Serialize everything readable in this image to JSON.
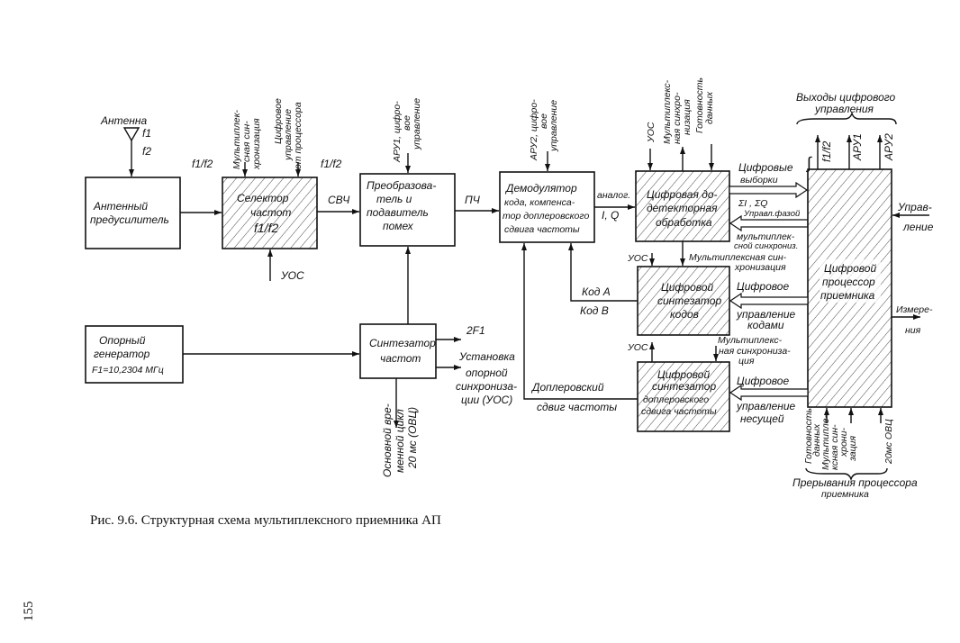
{
  "blocks": {
    "antenna_preamp": [
      "Антенный",
      "предусилитель"
    ],
    "selector": [
      "Селектор",
      "частот",
      "f1/f2"
    ],
    "converter": [
      "Преобразова-",
      "тель и",
      "подавитель",
      "помех"
    ],
    "demodulator": [
      "Демодулятор",
      "кода, компенса-",
      "тор доплеровского",
      "сдвига частоты"
    ],
    "predetection": [
      "Цифровая до-",
      "детекторная",
      "обработка"
    ],
    "code_synth": [
      "Цифровой",
      "синтезатор",
      "кодов"
    ],
    "doppler_synth": [
      "Цифровой",
      "синтезатор",
      "доплеровского",
      "сдвига частоты"
    ],
    "processor": [
      "Цифровой",
      "процессор",
      "приемника"
    ],
    "freq_synth": [
      "Синтезатор",
      "частот"
    ],
    "ref_osc": [
      "Опорный",
      "генератор",
      "F1=10,2304 МГц"
    ]
  },
  "labels": {
    "antenna": "Антенна",
    "f1": "f1",
    "f2": "f2",
    "f1f2_in": "f1/f2",
    "f1f2_out": "f1/f2",
    "sel_mux": [
      "Мультиплек-",
      "сная син-",
      "хронизация"
    ],
    "sel_ctrl": [
      "Цифровое",
      "управление",
      "от процессора"
    ],
    "uos_sel": "УОС",
    "svch": "СВЧ",
    "aru1": [
      "АРУ1, цифро-",
      "вое",
      "управление"
    ],
    "pch": "ПЧ",
    "aru2": [
      "АРУ2, цифро-",
      "вое",
      "управление"
    ],
    "analog": "аналог.",
    "iq": "I, Q",
    "pre_uos": "УОС",
    "pre_mux": [
      "Мультиплекс-",
      "ная синхро-",
      "низация"
    ],
    "pre_ready": [
      "Готовность",
      "данных"
    ],
    "digital_samples": [
      "Цифровые",
      "выборки"
    ],
    "sums": "ΣI , ΣQ",
    "phase_ctrl": "Управл.фазой",
    "mux_sync_back": [
      "мультиплек-",
      "сной синхрониз."
    ],
    "outputs_title": [
      "Выходы цифрового",
      "управления"
    ],
    "out_integral": "∫",
    "out_f1f2": "f1/f2",
    "out_aru1": "АРУ1",
    "out_aru2": "АРУ2",
    "control_in": [
      "Управ-",
      "ление"
    ],
    "code_uos": "УОС",
    "code_mux": [
      "Мультиплексная син-",
      "хронизация"
    ],
    "code_a": "Код А",
    "code_b": "Код В",
    "code_ctrl": [
      "Цифровое",
      "управление",
      "кодами"
    ],
    "measure": [
      "Измере-",
      "ния"
    ],
    "two_f1": "2F1",
    "ref_sync": [
      "Установка",
      "опорной",
      "синхрониза-",
      "ции (УОС)"
    ],
    "base_cycle": [
      "Основной вре-",
      "менной цикл",
      "20 мс (ОВЦ)"
    ],
    "doppler_shift": [
      "Доплеровский",
      "сдвиг частоты"
    ],
    "dop_uos": "УОС",
    "dop_mux": [
      "Мультиплекс-",
      "ная синхрониза-",
      "ция"
    ],
    "carrier_ctrl": [
      "Цифровое",
      "управление",
      "несущей"
    ],
    "int_ready": [
      "Готовность",
      "данных"
    ],
    "int_mux": [
      "Мультипле-",
      "ксная син-",
      "хрони-",
      "зация"
    ],
    "int_ovc": "20мс ОВЦ",
    "interrupts_title": [
      "Прерывания процессора",
      "приемника"
    ]
  },
  "caption": "Рис. 9.6. Структурная схема мультиплексного приемника АП",
  "page_number": "155"
}
